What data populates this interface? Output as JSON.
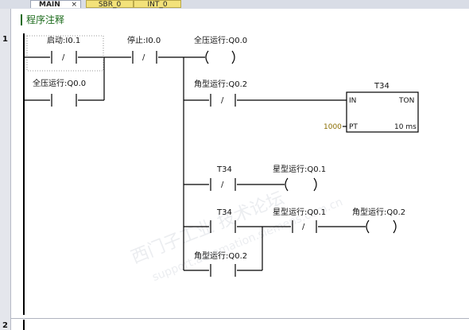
{
  "tabs": [
    {
      "label": "MAIN",
      "close": "×"
    },
    {
      "label": "SBR_0"
    },
    {
      "label": "INT_0"
    }
  ],
  "comment": "程序注释",
  "rungs": [
    {
      "number": "1"
    },
    {
      "number": "2"
    }
  ],
  "contacts": {
    "start": "启动:I0.1",
    "stop": "停止:I0.0",
    "full_seal": "全压运行:Q0.0",
    "delta_nc": "角型运行:Q0.2",
    "t34_nc": "T34",
    "t34_no": "T34",
    "star_nc": "星型运行:Q0.1",
    "delta_seal": "角型运行:Q0.2"
  },
  "coils": {
    "full": "全压运行:Q0.0",
    "star": "星型运行:Q0.1",
    "delta": "角型运行:Q0.2"
  },
  "timer": {
    "name": "T34",
    "type": "TON",
    "in_label": "IN",
    "pt_label": "PT",
    "pt_value": "1000",
    "resolution": "10 ms"
  },
  "nc_symbol": "/",
  "colors": {
    "comment": "#1c6b1c",
    "pt_value": "#8a6d00",
    "tab_sub": "#f3e27a"
  },
  "watermark": [
    "西门子工业 技术论坛",
    "support.automation.siemens.com.cn"
  ]
}
